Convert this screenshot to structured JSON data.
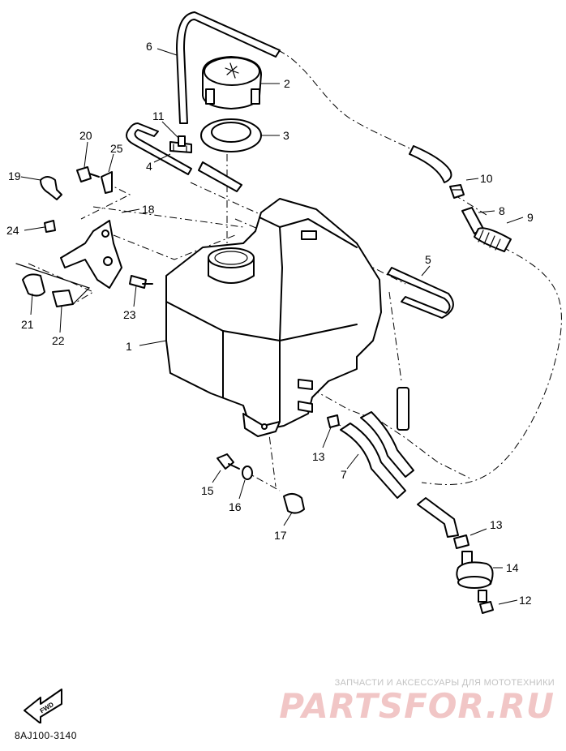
{
  "diagram": {
    "code": "8AJ100-3140",
    "fwd_label": "FWD",
    "watermark": {
      "tagline": "ЗАПЧАСТИ И АКСЕССУАРЫ ДЛЯ МОТОТЕХНИКИ",
      "logo": "PARTSFOR.RU"
    },
    "callouts": [
      "1",
      "2",
      "3",
      "4",
      "5",
      "6",
      "7",
      "8",
      "9",
      "10",
      "11",
      "12",
      "13",
      "13",
      "14",
      "15",
      "16",
      "17",
      "18",
      "19",
      "20",
      "21",
      "22",
      "23",
      "24",
      "25"
    ],
    "colors": {
      "line": "#000000",
      "watermark_logo": "#f1c6c6",
      "watermark_text": "#c2c2c2"
    }
  }
}
